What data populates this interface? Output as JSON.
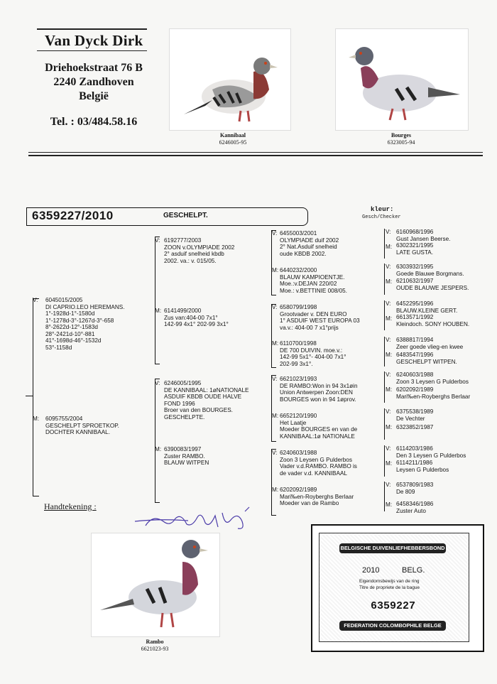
{
  "header": {
    "owner": "Van Dyck Dirk",
    "street": "Driehoekstraat 76 B",
    "city": "2240 Zandhoven",
    "country": "België",
    "tel": "Tel. : 03/484.58.16"
  },
  "photos": {
    "kannibaal": {
      "name": "Kannibaal",
      "ring": "6246005-95"
    },
    "bourges": {
      "name": "Bourges",
      "ring": "6323005-94"
    },
    "rambo": {
      "name": "Rambo",
      "ring": "6621023-93"
    }
  },
  "bird": {
    "ring": "6359227/2010",
    "color": "GESCHELPT.",
    "kleur_label": "kleur:",
    "kleur_value": "Gesch/Checker"
  },
  "gen1": {
    "father": {
      "tag": "V:",
      "text": "6045015/2005\nDI CAPRIO.LEO HEREMANS.\n1°-1928d-1°-1580d\n1°-1278d-3°-1267d-3°-658\n8°-2622d-12°-1583d\n28°-2421d-10°-881\n41°-1698d-46°-1532d\n53°-1158d"
    },
    "mother": {
      "tag": "M:",
      "text": "6095755/2004\nGESCHELPT SPROETKOP.\nDOCHTER KANNIBAAL."
    }
  },
  "gen2": [
    {
      "tag": "V:",
      "text": "6192777/2003\nZOON v.OLYMPIADE 2002\n2° asduif snelheid kbdb\n2002. va.: v. 015/05."
    },
    {
      "tag": "M:",
      "text": "6141499/2000\nZus van:404-00 7x1°\n142-99 4x1° 202-99 3x1°"
    },
    {
      "tag": "V:",
      "text": "6246005/1995\nDE KANNIBAAL: 1øNATIONALE\nASDUIF KBDB OUDE HALVE\nFOND 1996\nBroer van den BOURGES.\nGESCHELPTE."
    },
    {
      "tag": "M:",
      "text": "6390083/1997\nZuster RAMBO.\nBLAUW WITPEN"
    }
  ],
  "gen3": [
    {
      "tag": "V:",
      "text": "6455003/2001\nOLYMPIADE duif 2002\n2° Nat.Asduif snelheid\noude KBDB 2002."
    },
    {
      "tag": "M:",
      "text": "6440232/2000\nBLAUW KAMPIOENTJE.\nMoe.:v.DEJAN 220/02\nMoe.: v.BETTINIE 008/05."
    },
    {
      "tag": "V:",
      "text": "6580799/1998\nGrootvader v. DEN EURO\n1° ASDUIF WEST EUROPA 03\nva.v.: 404-00 7 x1°prijs"
    },
    {
      "tag": "M:",
      "text": "6110700/1998\nDE 700 DUIVIN. moe.v.:\n142-99 5x1°- 404-00 7x1°\n202-99 3x1°."
    },
    {
      "tag": "V:",
      "text": "6621023/1993\nDE RAMBO:Won in 94 3x1øin\nUnion Antwerpen Zoon:DEN\nBOURGES won in 94 1øprov."
    },
    {
      "tag": "M:",
      "text": "6652120/1990\nHet Laatje\nMoeder BOURGES en van de\nKANNIBAAL:1ø NATIONALE"
    },
    {
      "tag": "V:",
      "text": "6240603/1988\nZoon 3 Leysen G Pulderbos\nVader v.d.RAMBO. RAMBO is\nde vader v.d. KANNIBAAL"
    },
    {
      "tag": "M:",
      "text": "6202092/1989\nMari‰en-Royberghs Berlaar\nMoeder van de Rambo"
    }
  ],
  "gen4": [
    {
      "v": "6160968/1996\nGust Jansen Beerse.",
      "m": "6302321/1995\nLATE GUSTA."
    },
    {
      "v": "6303932/1995\nGoede Blauwe Borgmans.",
      "m": "6210632/1997\nOUDE BLAUWE JESPERS."
    },
    {
      "v": "6452295/1996\nBLAUW.KLEINE GERT.",
      "m": "6613571/1992\nKleindoch. SONY HOUBEN."
    },
    {
      "v": "6388817/1994\nZeer goede vlieg-en kwee",
      "m": "6483547/1996\nGESCHELPT WITPEN."
    },
    {
      "v": "6240603/1988\nZoon 3 Leysen G Pulderbos",
      "m": "6202092/1989\nMari‰en-Royberghs Berlaar"
    },
    {
      "v": "6375538/1989\nDe Vechter",
      "m": "6323852/1987"
    },
    {
      "v": "6114203/1986\nDen 3 Leysen G Pulderbos",
      "m": "6114211/1986\nLeysen G Pulderbos"
    },
    {
      "v": "6537809/1983\nDe 809",
      "m": "6458346/1986\nZuster Auto"
    }
  ],
  "signature_label": "Handtekening :",
  "certificate": {
    "top": "BELGISCHE DUIVENLIEFHEBBERSBOND",
    "year": "2010",
    "country": "BELG.",
    "line1": "Eigendomsbewijs van de ring",
    "line2": "Titre de propriete de la bague",
    "number": "6359227",
    "bottom": "FEDERATION COLOMBOPHILE BELGE"
  }
}
